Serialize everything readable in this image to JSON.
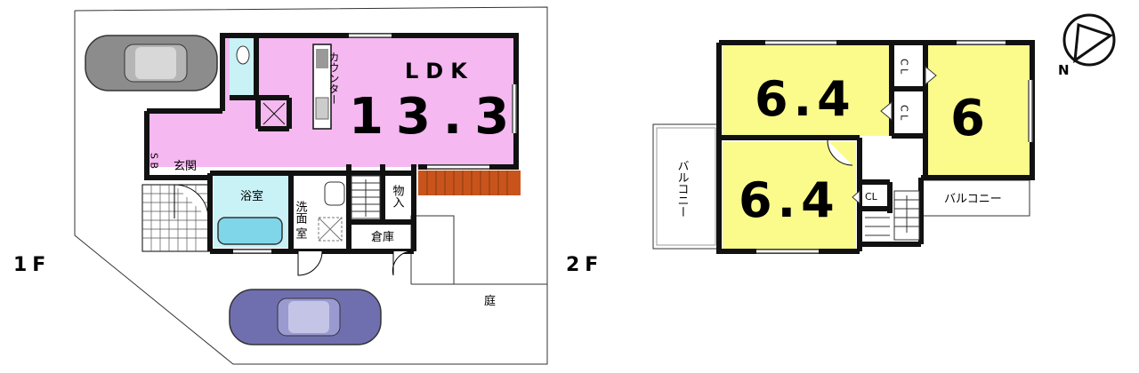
{
  "floor1": {
    "label": "1F",
    "ldk": {
      "name": "LDK",
      "size": "13.3"
    },
    "counter": "カウンター",
    "sb": "S\nB",
    "genkan": "玄関",
    "bath": "浴室",
    "washroom": "洗面\n室",
    "storage": "物入",
    "warehouse": "倉庫",
    "garden": "庭"
  },
  "floor2": {
    "label": "2F",
    "room_a": "6.4",
    "room_b": "6",
    "room_c": "6.4",
    "closet_1": "C\nL",
    "closet_2": "C\nL",
    "closet_3": "CL",
    "balcony_left": "バルコニー",
    "balcony_right": "バルコニー"
  },
  "compass": {
    "north": "N"
  },
  "colors": {
    "ldk": "#f5b8f0",
    "bedroom": "#fbfb8c",
    "bath": "#c9f2f7",
    "deck": "#c8541c",
    "wall": "#111111",
    "car_top": "#8c8c8c",
    "car_bottom": "#6f6fb0"
  }
}
